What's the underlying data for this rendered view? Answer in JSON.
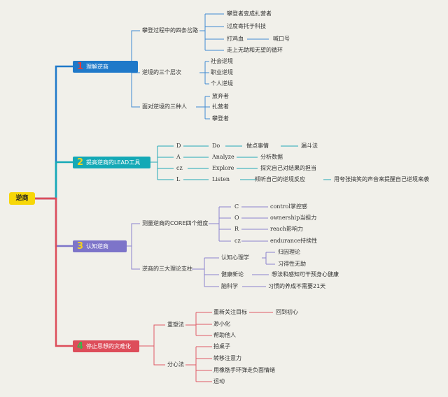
{
  "root": {
    "label": "逆商"
  },
  "branches": [
    {
      "number": "1",
      "label": "理解逆商"
    },
    {
      "number": "2",
      "label": "提高逆商的LEAD工具"
    },
    {
      "number": "3",
      "label": "认知逆商"
    },
    {
      "number": "4",
      "label": "停止思想的灾难化"
    }
  ],
  "b1": {
    "sub1": {
      "label": "攀登过程中的四条岔路",
      "items": [
        "攀登者变成扎营者",
        "过度寄托于科技",
        "打鸡血",
        "走上无助和无望的循环"
      ],
      "item3_child": "喊口号"
    },
    "sub2": {
      "label": "逆境的三个层次",
      "items": [
        "社会逆境",
        "职业逆境",
        "个人逆境"
      ]
    },
    "sub3": {
      "label": "面对逆境的三种人",
      "items": [
        "放弃者",
        "扎营者",
        "攀登者"
      ]
    }
  },
  "b2": {
    "rows": [
      {
        "letter": "D",
        "word": "Do",
        "desc": "做点事情",
        "extra": "漏斗法"
      },
      {
        "letter": "A",
        "word": "Analyze",
        "desc": "分析数据",
        "extra": ""
      },
      {
        "letter": "cz",
        "word": "Explore",
        "desc": "探究自己对结果的担当",
        "extra": ""
      },
      {
        "letter": "L",
        "word": "Listen",
        "desc": "倾听自己的逆境反应",
        "extra": "用夸张搞笑的声音来提醒自己逆境来袭"
      }
    ]
  },
  "b3": {
    "sub1": {
      "label": "测量逆商的CORE四个维度",
      "rows": [
        {
          "letter": "C",
          "desc_en": "control",
          "desc_zh": "掌控感"
        },
        {
          "letter": "O",
          "desc_en": "ownership",
          "desc_zh": "当担力"
        },
        {
          "letter": "R",
          "desc_en": "reach",
          "desc_zh": "影响力"
        },
        {
          "letter": "cz",
          "desc_en": "endurance",
          "desc_zh": "持续性"
        }
      ]
    },
    "sub2": {
      "label": "逆商的三大理论支柱",
      "pillar1": {
        "label": "认知心理学",
        "items": [
          "归因理论",
          "习得性无助"
        ]
      },
      "pillar2": {
        "label": "健康新论",
        "item": "想法和感知可干预身心健康"
      },
      "pillar3": {
        "label": "脑科学",
        "item": "习惯的养成不需要21天"
      }
    }
  },
  "b4": {
    "sub1": {
      "label": "重塑法",
      "items": [
        "重新关注目标",
        "渺小化",
        "帮助他人"
      ],
      "item1_child": "回到初心"
    },
    "sub2": {
      "label": "分心法",
      "items": [
        "拍桌子",
        "转移注意力",
        "用橡筋手环弹走负面情绪",
        "运动"
      ]
    }
  },
  "colors": {
    "root": "#f7d708",
    "b1": "#1f79c9",
    "b2": "#14a9b6",
    "b3": "#7d74c9",
    "b4": "#dd4d5a",
    "background": "#f1f0ea"
  }
}
